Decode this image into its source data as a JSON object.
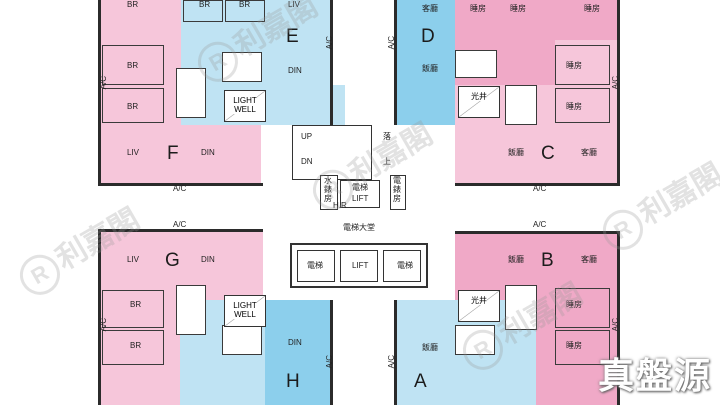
{
  "units": {
    "E": {
      "letter": "E",
      "br1": "BR",
      "br2": "BR",
      "liv": "LIV",
      "din": "DIN",
      "ac": "A/C"
    },
    "F": {
      "letter": "F",
      "br1": "BR",
      "br2": "BR",
      "br3": "BR",
      "liv": "LIV",
      "din": "DIN",
      "ac1": "A/C",
      "ac2": "A/C",
      "lightwell": "LIGHT\nWELL"
    },
    "G": {
      "letter": "G",
      "br1": "BR",
      "br2": "BR",
      "liv": "LIV",
      "din": "DIN",
      "ac1": "A/C",
      "ac2": "A/C",
      "lightwell": "LIGHT\nWELL"
    },
    "H": {
      "letter": "H",
      "din": "DIN",
      "ac": "A/C"
    },
    "D": {
      "letter": "D",
      "r1": "客廳",
      "r2": "睡房",
      "r3": "睡房",
      "din": "飯廳",
      "ac": "A/C"
    },
    "C": {
      "letter": "C",
      "r1": "睡房",
      "r2": "睡房",
      "r3": "睡房",
      "liv": "客廳",
      "din": "飯廳",
      "ac1": "A/C",
      "ac2": "A/C",
      "lightwell": "光井"
    },
    "B": {
      "letter": "B",
      "r1": "睡房",
      "r2": "睡房",
      "liv": "客廳",
      "din": "飯廳",
      "ac1": "A/C",
      "ac2": "A/C",
      "lightwell": "光井"
    },
    "A": {
      "letter": "A",
      "din": "飯廳",
      "ac": "A/C"
    }
  },
  "core": {
    "up": "UP",
    "dn": "DN",
    "fall": "落",
    "up_cn": "上",
    "water_tank": "水錶房",
    "lift_cn": "電梯",
    "lift_en": "LIFT",
    "meter_room": "電錶房",
    "hr": "H.R",
    "lobby": "電梯大堂",
    "lift1": "電梯",
    "lift2": "LIFT",
    "lift3": "電梯"
  },
  "watermark": "利嘉閣",
  "brand": "真盤源",
  "colors": {
    "pink": "#f6c6da",
    "pink_dark": "#f0a9c7",
    "blue": "#bfe3f3",
    "blue_dark": "#8ccfec"
  }
}
